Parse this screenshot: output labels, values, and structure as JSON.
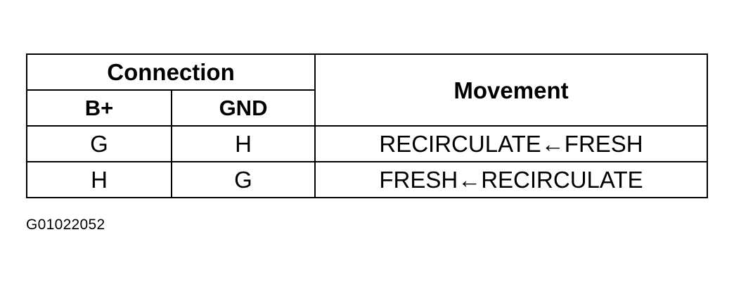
{
  "table": {
    "connection_header": "Connection",
    "movement_header": "Movement",
    "bplus_header": "B+",
    "gnd_header": "GND",
    "rows": [
      {
        "bplus": "G",
        "gnd": "H",
        "movement": "RECIRCULATE←FRESH"
      },
      {
        "bplus": "H",
        "gnd": "G",
        "movement": "FRESH←RECIRCULATE"
      }
    ]
  },
  "figure_id": "G01022052"
}
